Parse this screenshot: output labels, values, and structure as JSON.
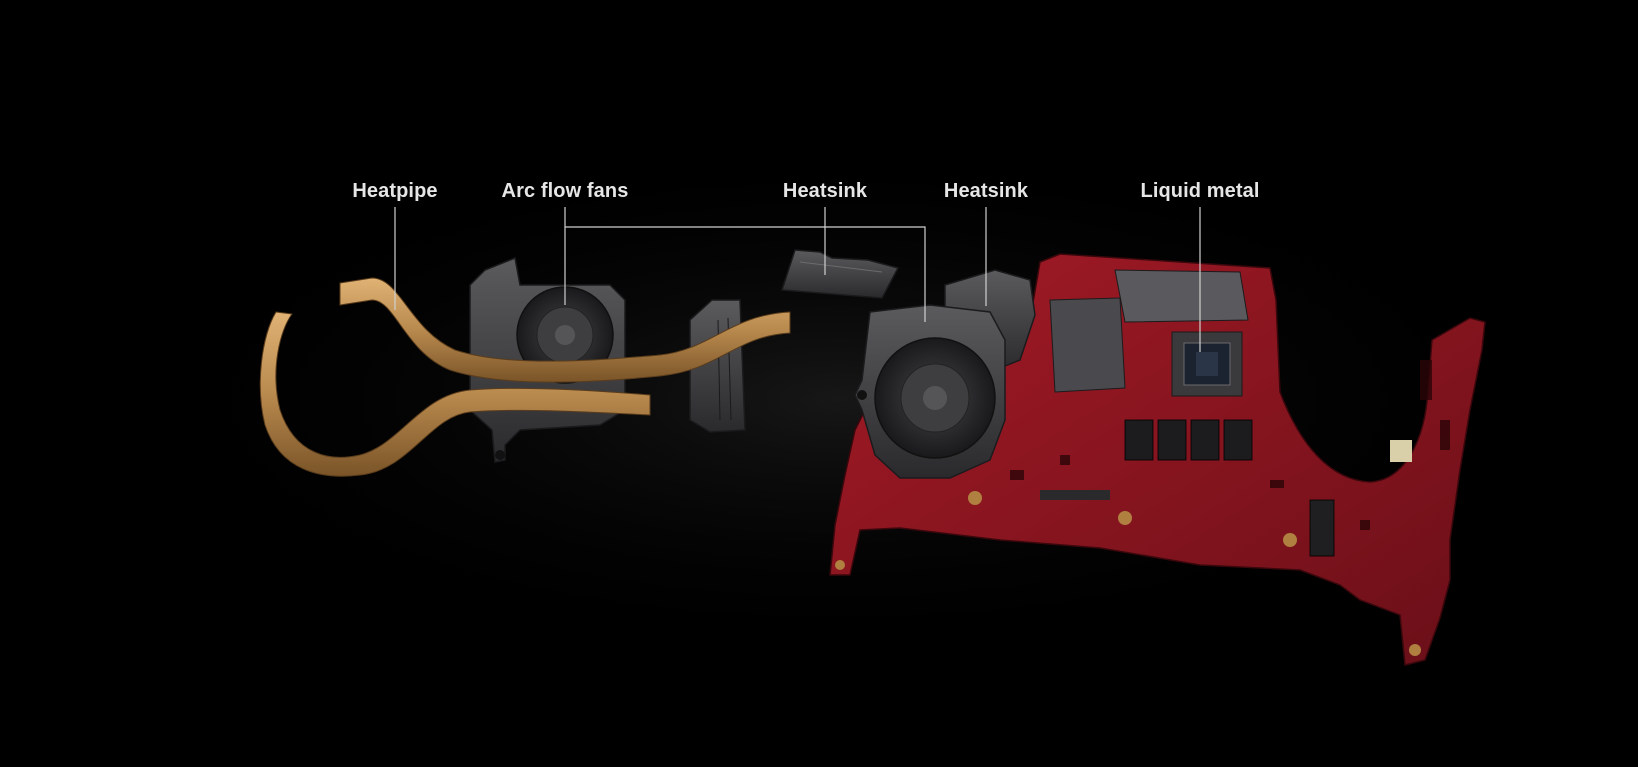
{
  "callouts": {
    "heatpipe": "Heatpipe",
    "fans": "Arc flow fans",
    "heatsink_1": "Heatsink",
    "heatsink_2": "Heatsink",
    "liquid_metal": "Liquid metal"
  },
  "colors": {
    "background": "#000000",
    "label_text": "#e6e6e6",
    "leader_line": "#d0d0d0",
    "copper": "#b98a4e",
    "pcb_red": "#8e1520",
    "metal_gray": "#3a3a3c"
  }
}
